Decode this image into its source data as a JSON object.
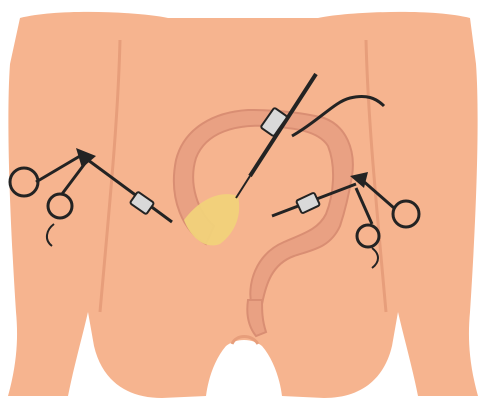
{
  "illustration": {
    "subject": "laparoscopic-abdominal-surgery",
    "colors": {
      "background": "#ffffff",
      "skin": "#f6b48f",
      "skin_shadow": "#e79e7b",
      "colon": "#e9a183",
      "colon_outline": "#d98e73",
      "organ_highlight": "#f1d27a",
      "instrument_dark": "#232323",
      "instrument_light": "#d9d9d9"
    },
    "instruments": [
      {
        "name": "left-grasper"
      },
      {
        "name": "center-laparoscope"
      },
      {
        "name": "right-grasper"
      }
    ]
  }
}
